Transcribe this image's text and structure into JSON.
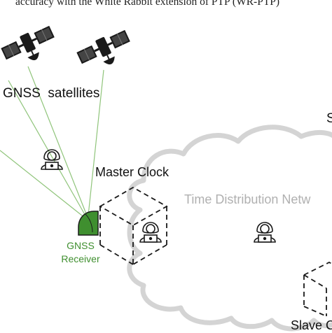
{
  "caption": "accuracy with the White Rabbit extension of PTP (WR-PTP)",
  "labels": {
    "gnss_satellites": "GNSS  satellites",
    "master_clock": "Master Clock",
    "time_distribution_network": "Time Distribution Netw",
    "gnss_receiver_line1": "GNSS",
    "gnss_receiver_line2": "Receiver",
    "slave_clock": "Slave C",
    "right_edge_text": "S"
  },
  "colors": {
    "signal_line": "#8fc47a",
    "receiver": "#3f8f2f",
    "cloud_outline": "#d4d4d4",
    "dark": "#1a1a1a"
  },
  "icons": [
    "satellite-icon",
    "hacker-icon",
    "gnss-antenna-icon",
    "cube-icon",
    "cloud-shape"
  ]
}
